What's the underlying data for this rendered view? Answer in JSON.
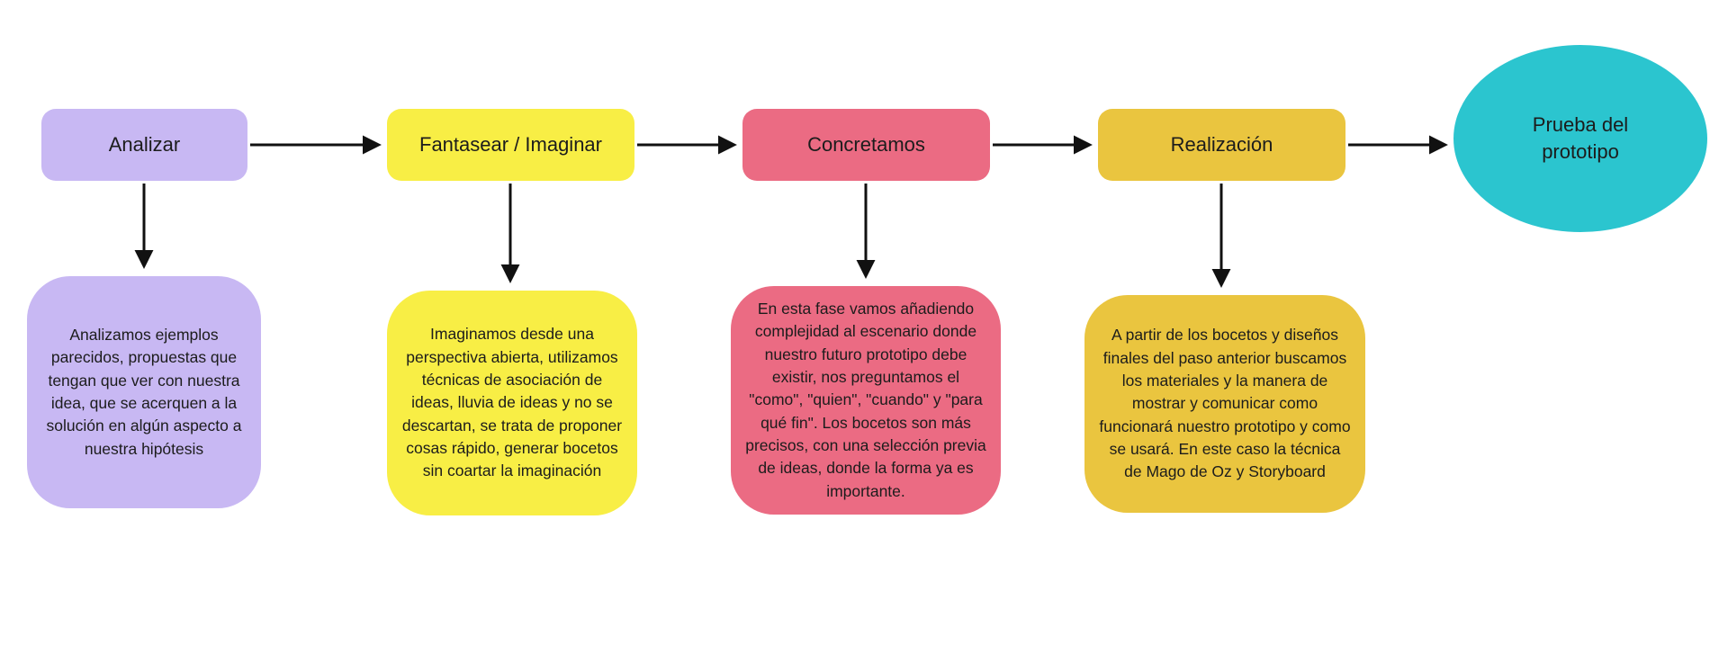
{
  "page": {
    "background": "#ffffff",
    "text_color": "#1c1c1c",
    "arrow_color": "#111111"
  },
  "flowchart": {
    "stages": [
      {
        "label": "Analizar",
        "color": "#c8b8f3",
        "description": "Analizamos ejemplos parecidos, propuestas que tengan que ver con nuestra idea, que se acerquen a la solución en algún aspecto a nuestra hipótesis"
      },
      {
        "label": "Fantasear / Imaginar",
        "color": "#f8ee45",
        "description": "Imaginamos desde una perspectiva abierta, utilizamos técnicas de asociación de ideas, lluvia de ideas y no se descartan, se trata de proponer cosas rápido, generar bocetos sin coartar la imaginación"
      },
      {
        "label": "Concretamos",
        "color": "#eb6b83",
        "description": "En esta fase vamos añadiendo complejidad al escenario donde nuestro futuro prototipo debe existir, nos preguntamos el \"como\", \"quien\", \"cuando\" y \"para qué fin\". Los bocetos son más precisos, con una selección previa de ideas, donde la forma ya es importante."
      },
      {
        "label": "Realización",
        "color": "#eac53f",
        "description": "A partir de los bocetos y diseños finales del paso anterior buscamos los materiales y la manera de mostrar y comunicar como funcionará nuestro prototipo y como se usará. En este caso la técnica de Mago de Oz y Storyboard"
      }
    ],
    "final_node": {
      "label": "Prueba del prototipo",
      "color": "#2bc5cf",
      "shape": "ellipse"
    }
  }
}
